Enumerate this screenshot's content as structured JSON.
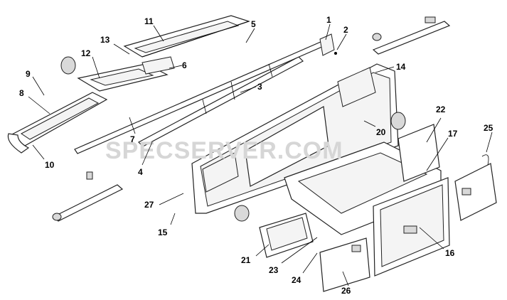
{
  "watermark": "SPECSERVER.COM",
  "callouts": [
    {
      "id": "1",
      "label": "1"
    },
    {
      "id": "2",
      "label": "2"
    },
    {
      "id": "3",
      "label": "3"
    },
    {
      "id": "4",
      "label": "4"
    },
    {
      "id": "5",
      "label": "5"
    },
    {
      "id": "6",
      "label": "6"
    },
    {
      "id": "7",
      "label": "7"
    },
    {
      "id": "8",
      "label": "8"
    },
    {
      "id": "9",
      "label": "9"
    },
    {
      "id": "10",
      "label": "10"
    },
    {
      "id": "11",
      "label": "11"
    },
    {
      "id": "12",
      "label": "12"
    },
    {
      "id": "13",
      "label": "13"
    },
    {
      "id": "14",
      "label": "14"
    },
    {
      "id": "15",
      "label": "15"
    },
    {
      "id": "16",
      "label": "16"
    },
    {
      "id": "17",
      "label": "17"
    },
    {
      "id": "20",
      "label": "20"
    },
    {
      "id": "21",
      "label": "21"
    },
    {
      "id": "22",
      "label": "22"
    },
    {
      "id": "23",
      "label": "23"
    },
    {
      "id": "24",
      "label": "24"
    },
    {
      "id": "25",
      "label": "25"
    },
    {
      "id": "26",
      "label": "26"
    },
    {
      "id": "27",
      "label": "27"
    }
  ]
}
